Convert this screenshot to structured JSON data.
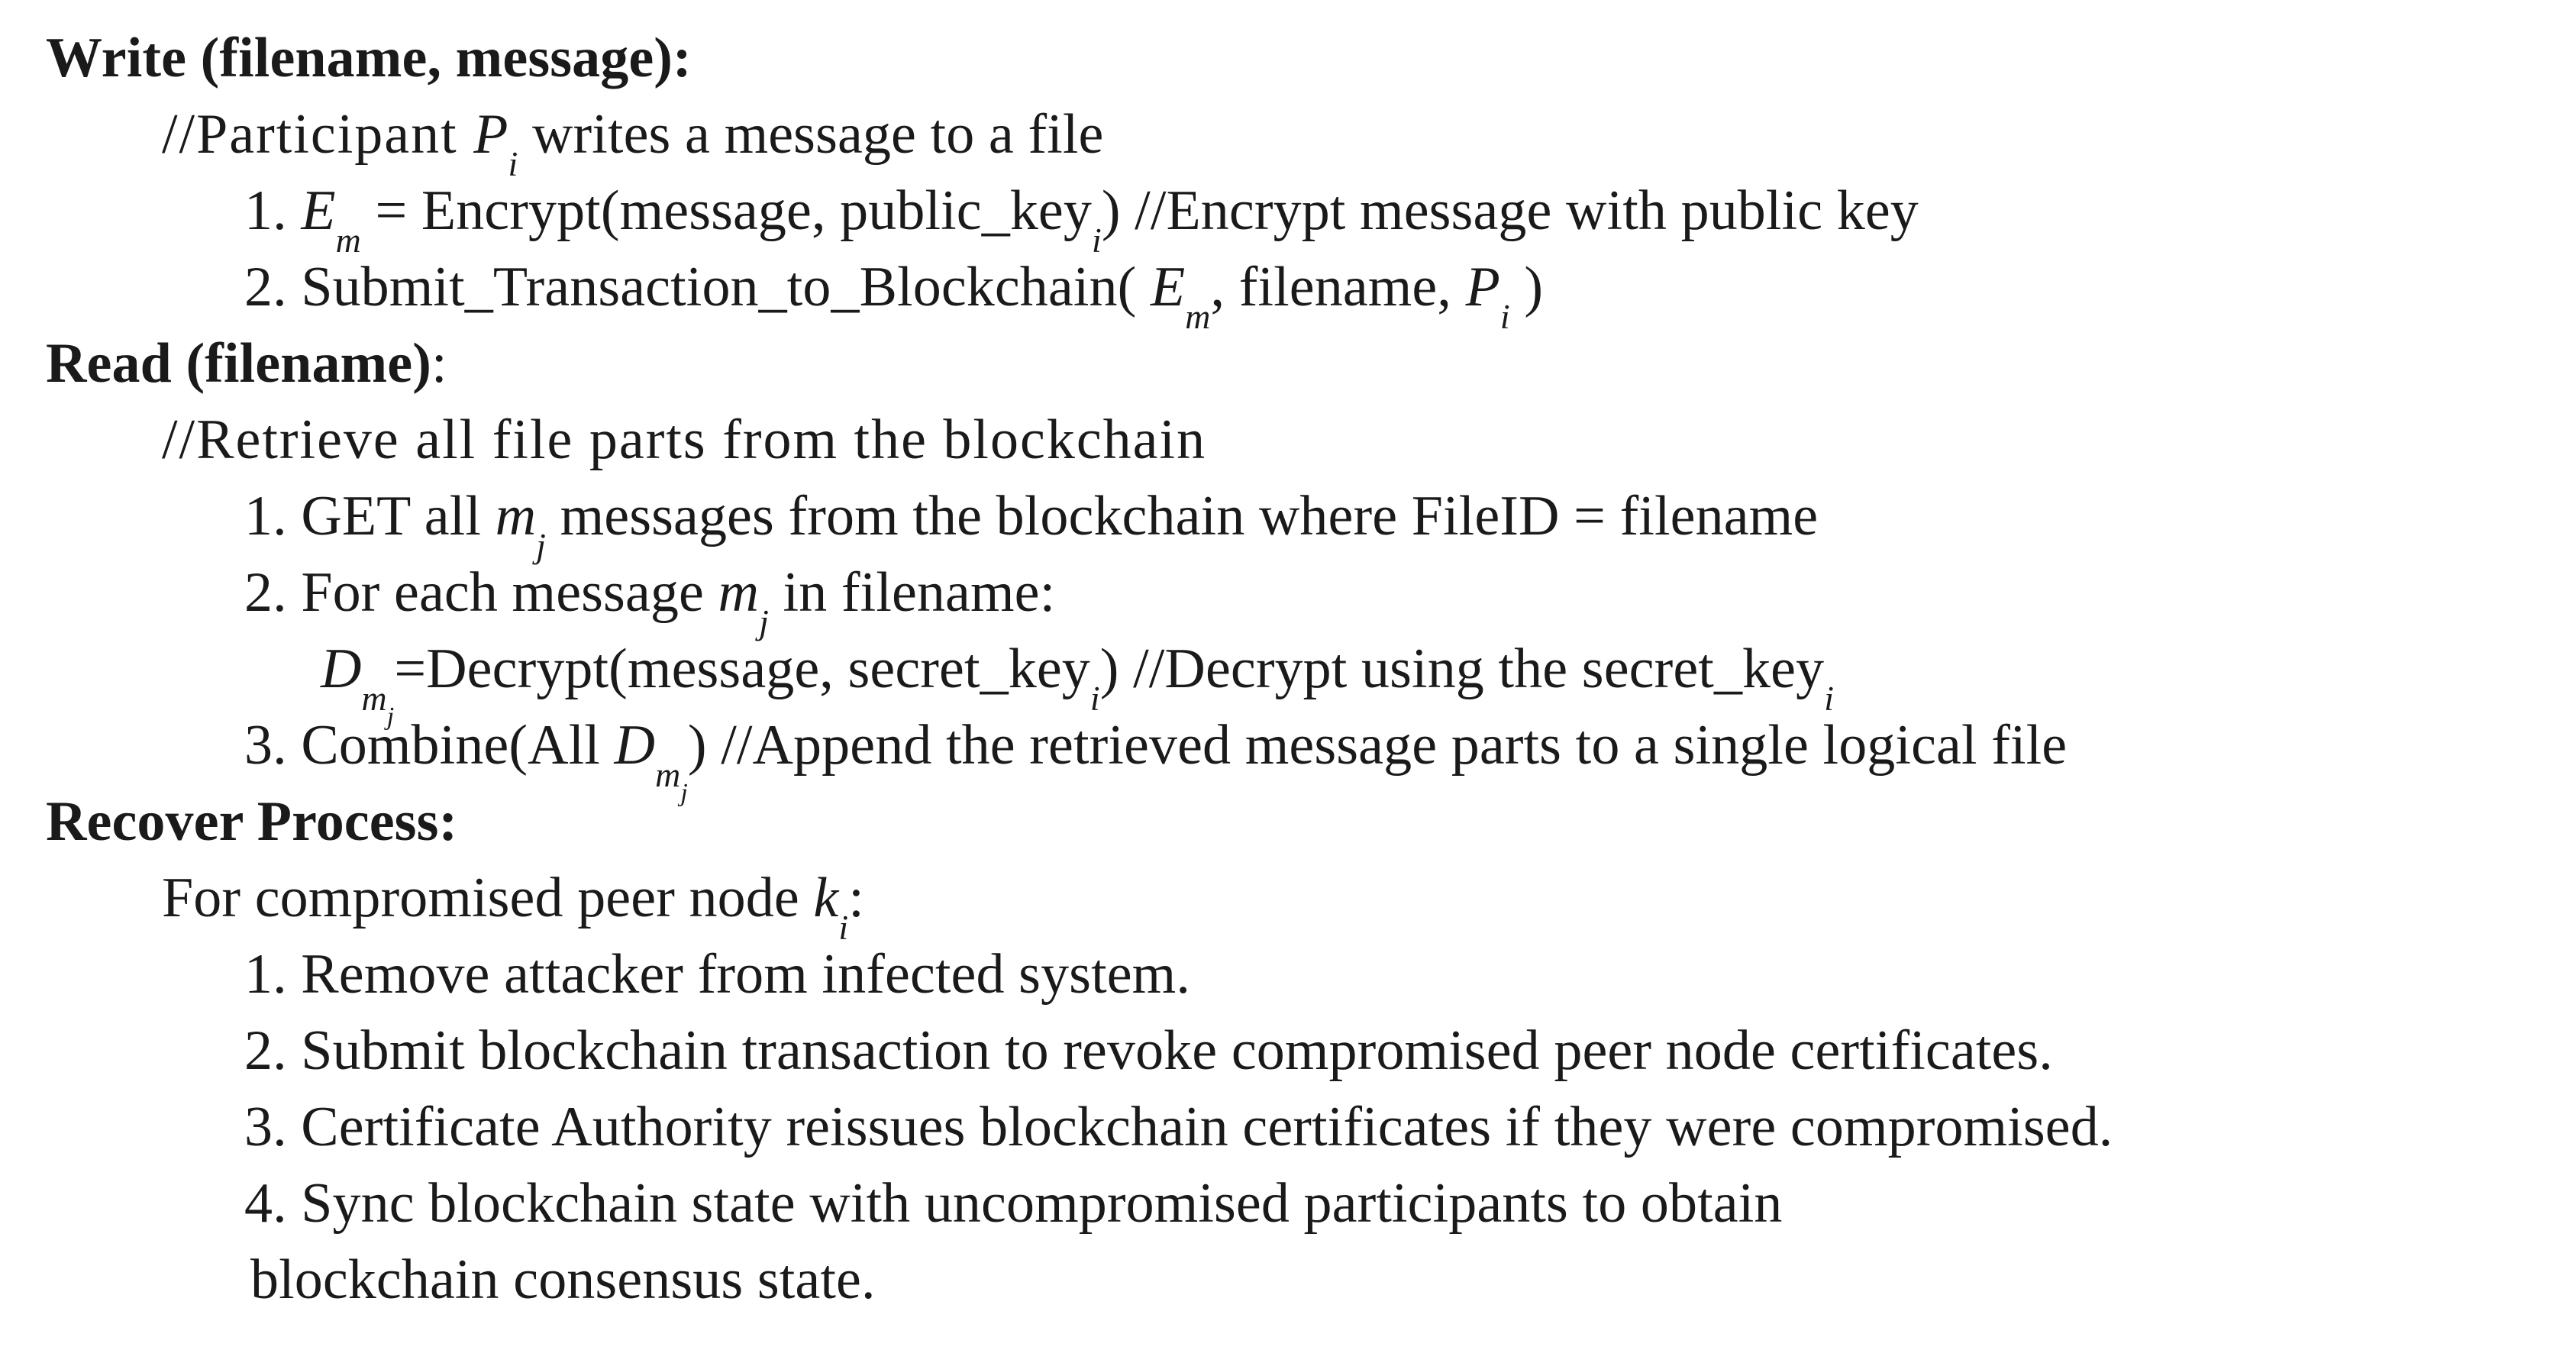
{
  "document": {
    "type": "algorithm-pseudocode",
    "background_color": "#ffffff",
    "text_color": "#1a1a1a"
  },
  "lines": {
    "write_header": "Write (filename, message):",
    "write_comment_pre": "//Participant ",
    "write_comment_var": "P",
    "write_comment_sub": "i",
    "write_comment_post": " writes a message to a file",
    "write_1_num": "1. ",
    "write_1_var": "E",
    "write_1_var_sub": "m",
    "write_1_mid": " = Encrypt(message, public_key",
    "write_1_sub2": "i",
    "write_1_post": ") //Encrypt message with public key",
    "write_2_num": "2. ",
    "write_2_pre": "Submit_Transaction_to_Blockchain( ",
    "write_2_var1": "E",
    "write_2_var1_sub": "m",
    "write_2_mid": ", filename, ",
    "write_2_var2": "P",
    "write_2_var2_sub": "i",
    "write_2_post": " )",
    "read_header": "Read (filename)",
    "read_header_colon": ":",
    "read_comment": "//Retrieve all file parts from the blockchain",
    "read_1_num": "1. ",
    "read_1_pre": "GET all ",
    "read_1_var": "m",
    "read_1_var_sub": "j",
    "read_1_post": " messages from the blockchain where FileID = filename",
    "read_2_num": "2. ",
    "read_2_pre": "For each message ",
    "read_2_var": "m",
    "read_2_var_sub": "j",
    "read_2_post": " in filename:",
    "read_2a_var": "D",
    "read_2a_var_sub": "m",
    "read_2a_var_subsub": "j",
    "read_2a_mid": "=Decrypt(message, secret_key",
    "read_2a_sub2": "i",
    "read_2a_post": ") //Decrypt using the secret_key",
    "read_2a_sub3": "i",
    "read_3_num": "3. ",
    "read_3_pre": "Combine(All ",
    "read_3_var": "D",
    "read_3_var_sub": "m",
    "read_3_var_subsub": "j",
    "read_3_post": ") //Append the retrieved message parts to a single logical file",
    "recover_header": "Recover Process:",
    "recover_intro_pre": "For compromised peer node ",
    "recover_intro_var": "k",
    "recover_intro_sub": "i",
    "recover_intro_post": ":",
    "recover_1": "1. Remove attacker from infected system.",
    "recover_2": "2. Submit blockchain transaction to revoke compromised peer node certificates.",
    "recover_3": "3. Certificate Authority reissues blockchain certificates if they were compromised.",
    "recover_4": "4. Sync blockchain state with uncompromised participants to obtain",
    "recover_4_wrap": "blockchain consensus state."
  }
}
